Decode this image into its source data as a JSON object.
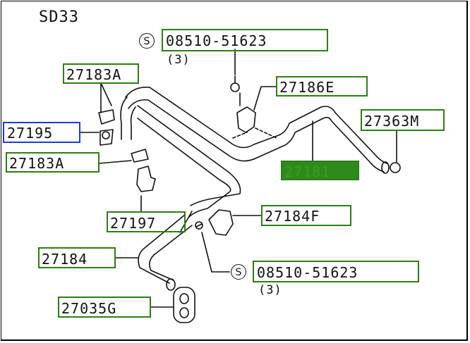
{
  "model_code": "SD33",
  "callouts": {
    "screw_top": {
      "symbol": "S",
      "part": "08510-51623",
      "qty": "(3)"
    },
    "screw_bottom": {
      "symbol": "S",
      "part": "08510-51623",
      "qty": "(3)"
    },
    "p27183A_top": "27183A",
    "p27195": "27195",
    "p27183A_bottom": "27183A",
    "p27186E": "27186E",
    "p27363M": "27363M",
    "p27181": "27181",
    "p27197": "27197",
    "p27184F": "27184F",
    "p27184": "27184",
    "p27035G": "27035G"
  },
  "colors": {
    "box_outline": "#2e7d14",
    "selected_outline": "#1f3ad6",
    "highlight_fill": "#2e8a1a"
  }
}
